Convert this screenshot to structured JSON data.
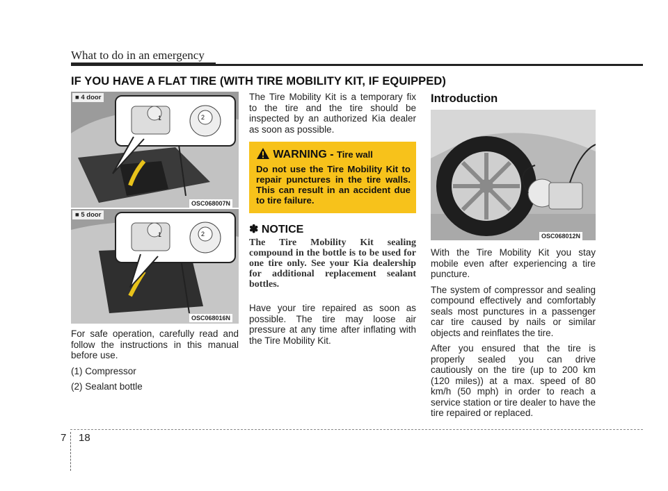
{
  "header": {
    "chapter_title": "What to do in an emergency",
    "section_title": "IF YOU HAVE A FLAT TIRE (WITH TIRE MOBILITY KIT, IF EQUIPPED)"
  },
  "left_column": {
    "figure1": {
      "label": "■ 4 door",
      "code": "OSC068007N"
    },
    "figure2": {
      "label": "■ 5 door",
      "code": "OSC068016N"
    },
    "paragraph": "For safe operation, carefully read and follow the instructions in this manual before use.",
    "items": [
      "(1) Compressor",
      "(2) Sealant bottle"
    ]
  },
  "middle_column": {
    "intro_paragraph": "The Tire Mobility Kit is a temporary fix to the tire and the tire should be inspected by an authorized Kia dealer as soon as possible.",
    "warning": {
      "title": "WARNING -",
      "subtitle": "Tire wall",
      "text": "Do not use the Tire Mobility Kit to repair punctures in the tire walls. This can result in an accident due to tire failure."
    },
    "notice": {
      "title": "✽ NOTICE",
      "text": "The Tire Mobility Kit sealing compound in the bottle is to be used for one tire only. See your Kia dealership for additional replacement sealant bottles."
    },
    "paragraph2": "Have your tire repaired as soon as possible. The tire may loose air pressure at any time after inflating with the Tire Mobility Kit."
  },
  "right_column": {
    "heading": "Introduction",
    "figure": {
      "code": "OSC068012N"
    },
    "paragraphs": [
      "With the Tire Mobility Kit you stay mobile even after experiencing a tire puncture.",
      "The system of compressor and sealing compound effectively and comfortably seals most punctures in a passenger car tire caused by nails or similar objects and reinflates the tire.",
      "After you ensured that the tire is properly sealed you can drive cautiously on the tire (up to 200 km (120 miles)) at a max. speed of 80 km/h (50 mph) in order to reach a service station or tire dealer to have the tire repaired or replaced."
    ]
  },
  "footer": {
    "chapter": "7",
    "page": "18"
  },
  "colors": {
    "warning_bg": "#f7c21b",
    "text": "#222222"
  }
}
